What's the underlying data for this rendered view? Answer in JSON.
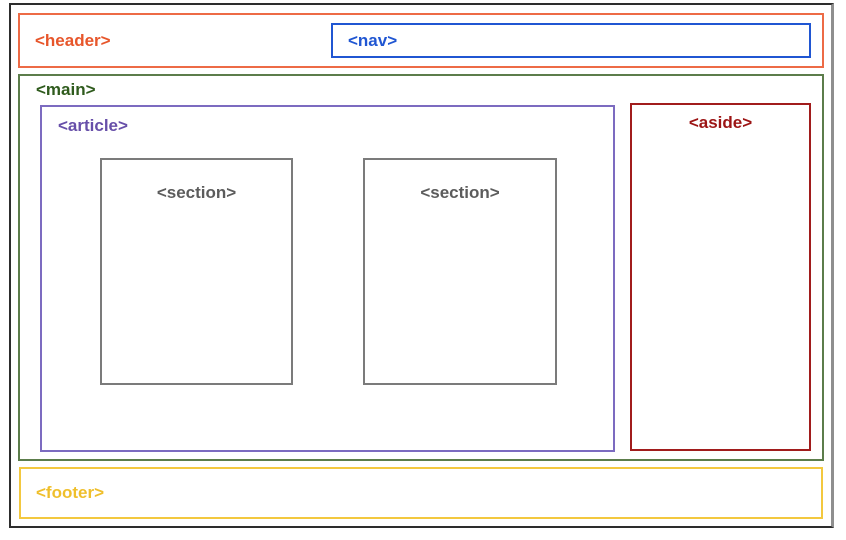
{
  "boxes": {
    "header": {
      "label": "<header>",
      "text_color": "#E7562B",
      "border_color": "#ED6B46"
    },
    "nav": {
      "label": "<nav>",
      "text_color": "#2056D2",
      "border_color": "#2056D2"
    },
    "main": {
      "label": "<main>",
      "text_color": "#2F5B1D",
      "border_color": "#5C7D4B"
    },
    "article": {
      "label": "<article>",
      "text_color": "#674FA9",
      "border_color": "#7C6BC0"
    },
    "sections": [
      {
        "label": "<section>",
        "text_color": "#5C5C5C",
        "border_color": "#7B7B7B"
      },
      {
        "label": "<section>",
        "text_color": "#5C5C5C",
        "border_color": "#7B7B7B"
      }
    ],
    "aside": {
      "label": "<aside>",
      "text_color": "#9C1414",
      "border_color": "#A11C1C"
    },
    "footer": {
      "label": "<footer>",
      "text_color": "#EFBF2C",
      "border_color": "#F3C83F"
    }
  },
  "frame": {
    "border_color": "#2D2D2D",
    "right_border_color": "#8F8F8F"
  }
}
